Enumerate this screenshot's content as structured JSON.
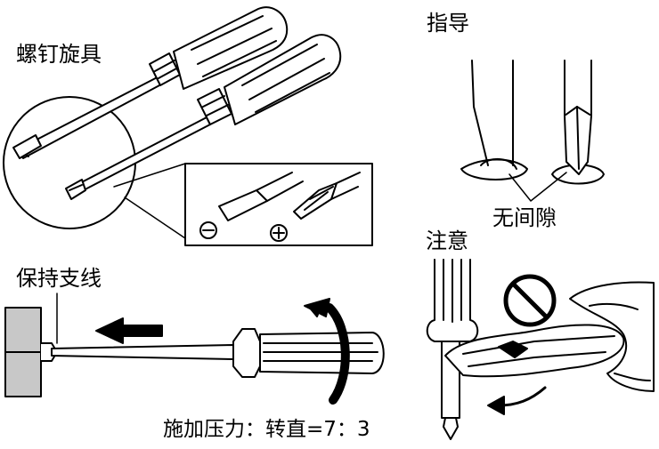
{
  "labels": {
    "screwdriver": "螺钉旋具",
    "guide": "指导",
    "no_gap": "无间隙",
    "caution": "注意",
    "hold_straight": "保持支线",
    "caption": "施加压力：转直=7：3"
  },
  "symbols": {
    "minus": "−",
    "plus": "+"
  },
  "colors": {
    "ink": "#000000",
    "wall_fill": "#c8c8c8",
    "paper": "#ffffff"
  }
}
